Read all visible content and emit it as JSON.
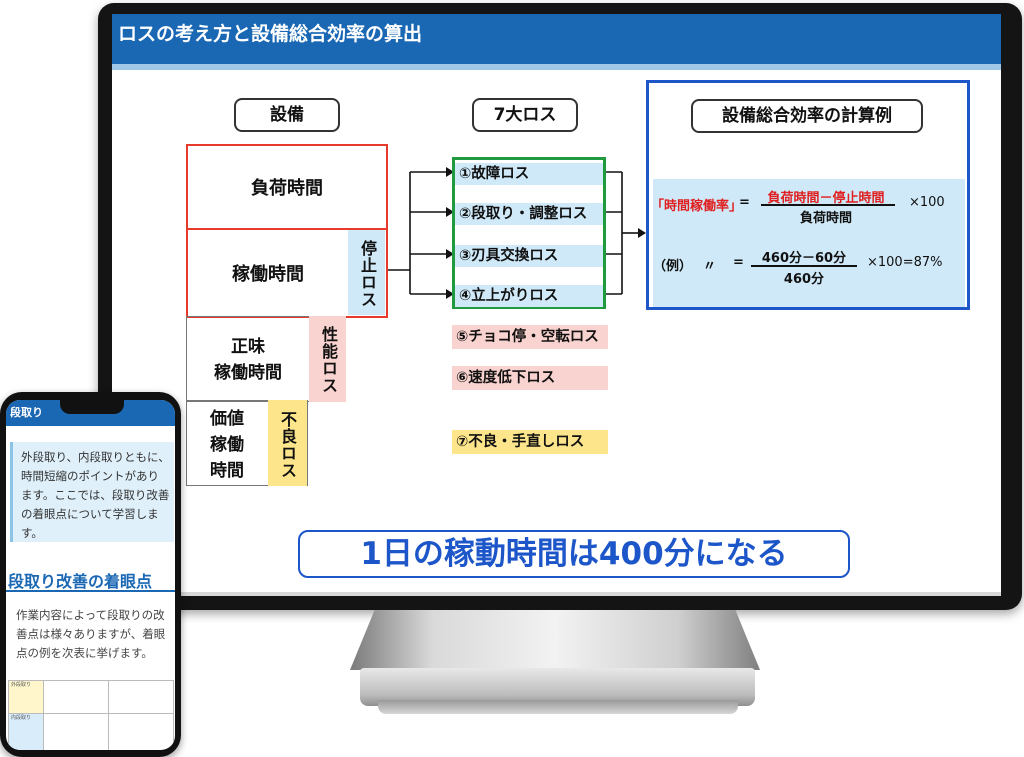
{
  "slide": {
    "title": "ロスの考え方と設備総合効率の算出",
    "equipment": {
      "header": "設備",
      "load_time": "負荷時間",
      "operating_time": "稼働時間",
      "stop_loss": "停止ロス",
      "net_operating_time_line1": "正味",
      "net_operating_time_line2": "稼働時間",
      "performance_loss": "性能ロス",
      "value_operating_line1": "価値",
      "value_operating_line2": "稼働",
      "value_operating_line3": "時間",
      "defect_loss": "不良ロス"
    },
    "seven_losses": {
      "header": "7大ロス",
      "items": [
        "①故障ロス",
        "②段取り・調整ロス",
        "③刃具交換ロス",
        "④立上がりロス"
      ],
      "performance_items": [
        "⑤チョコ停・空転ロス",
        "⑥速度低下ロス"
      ],
      "defect_items": [
        "⑦不良・手直しロス"
      ]
    },
    "calculation": {
      "header": "設備総合効率の計算例",
      "formula_label": "「時間稼働率」",
      "equals": "=",
      "numerator": "負荷時間－停止時間",
      "denominator": "負荷時間",
      "multiplier": "×100",
      "example_label": "（例）",
      "ditto": "〃",
      "example_equals": "=",
      "example_numerator": "460分－60分",
      "example_denominator": "460分",
      "example_result": "×100=87%"
    },
    "summary": "1日の稼動時間は400分になる"
  },
  "phone": {
    "header": "段取り",
    "intro": "外段取り、内段取りともに、時間短縮のポイントがあります。ここでは、段取り改善の着眼点について学習します。",
    "section_title": "段取り改善の着眼点",
    "body": "作業内容によって段取りの改善点は様々ありますが、着眼点の例を次表に挙げます。",
    "table_categories": [
      "外段取り",
      "内段取り"
    ]
  },
  "colors": {
    "header_blue": "#1a68b4",
    "equipment_red": "#e8392d",
    "loss_green": "#1f9a3e",
    "calc_blue": "#1c56c9",
    "light_blue": "#cfe9f8",
    "pink": "#f9d3cf",
    "yellow": "#fde58b",
    "formula_red": "#e02020"
  }
}
